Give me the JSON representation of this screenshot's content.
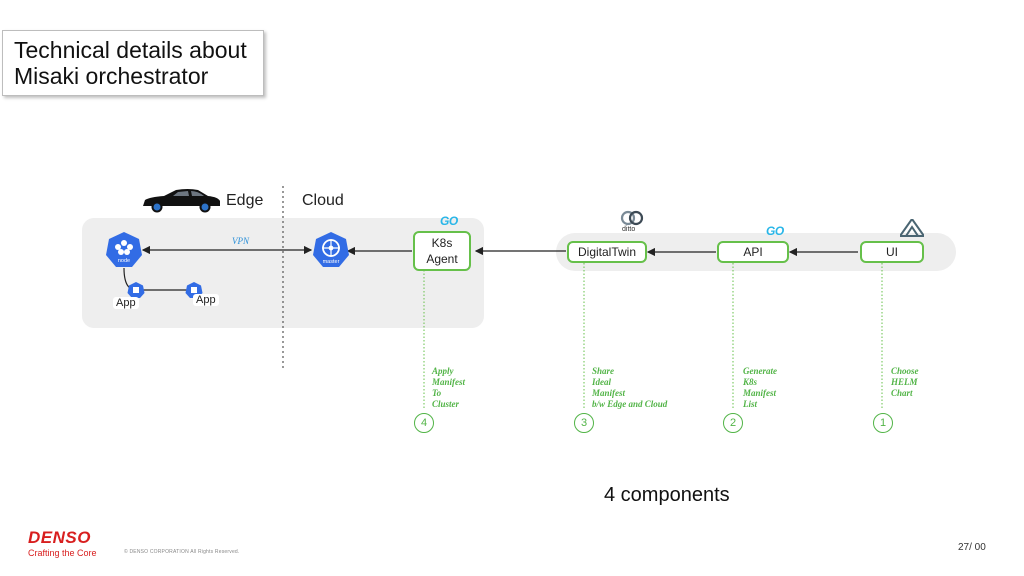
{
  "title": {
    "line1": "Technical details about",
    "line2": "Misaki orchestrator"
  },
  "zones": {
    "edge": "Edge",
    "cloud": "Cloud"
  },
  "edge": {
    "node_label": "node",
    "master_label": "master",
    "vpn_label": "VPN",
    "apps": [
      "App",
      "App"
    ]
  },
  "components": [
    {
      "name": "K8s Agent",
      "line1": "K8s",
      "line2": "Agent",
      "logo": "go",
      "step": "4",
      "desc": [
        "Apply",
        "Manifest",
        "To",
        "Cluster"
      ]
    },
    {
      "name": "DigitalTwin",
      "logo": "ditto",
      "logo_text": "ditto",
      "step": "3",
      "desc": [
        "Share",
        "Ideal",
        "Manifest",
        "b/w Edge and Cloud"
      ]
    },
    {
      "name": "API",
      "logo": "go",
      "step": "2",
      "desc": [
        "Generate",
        "K8s",
        "Manifest",
        "List"
      ]
    },
    {
      "name": "UI",
      "logo": "vue-icon",
      "step": "1",
      "desc": [
        "Choose",
        "HELM",
        "Chart"
      ]
    }
  ],
  "go_logo_text": "GO",
  "summary": "4 components",
  "footer": {
    "brand": "DENSO",
    "tagline": "Crafting the Core",
    "copyright": "© DENSO CORPORATION All Rights Reserved.",
    "page": "27/ 00"
  },
  "colors": {
    "accent_green": "#66c04a",
    "k8s_blue": "#326ce5",
    "denso_red": "#d81e1e",
    "go_blue": "#29b6e8"
  }
}
